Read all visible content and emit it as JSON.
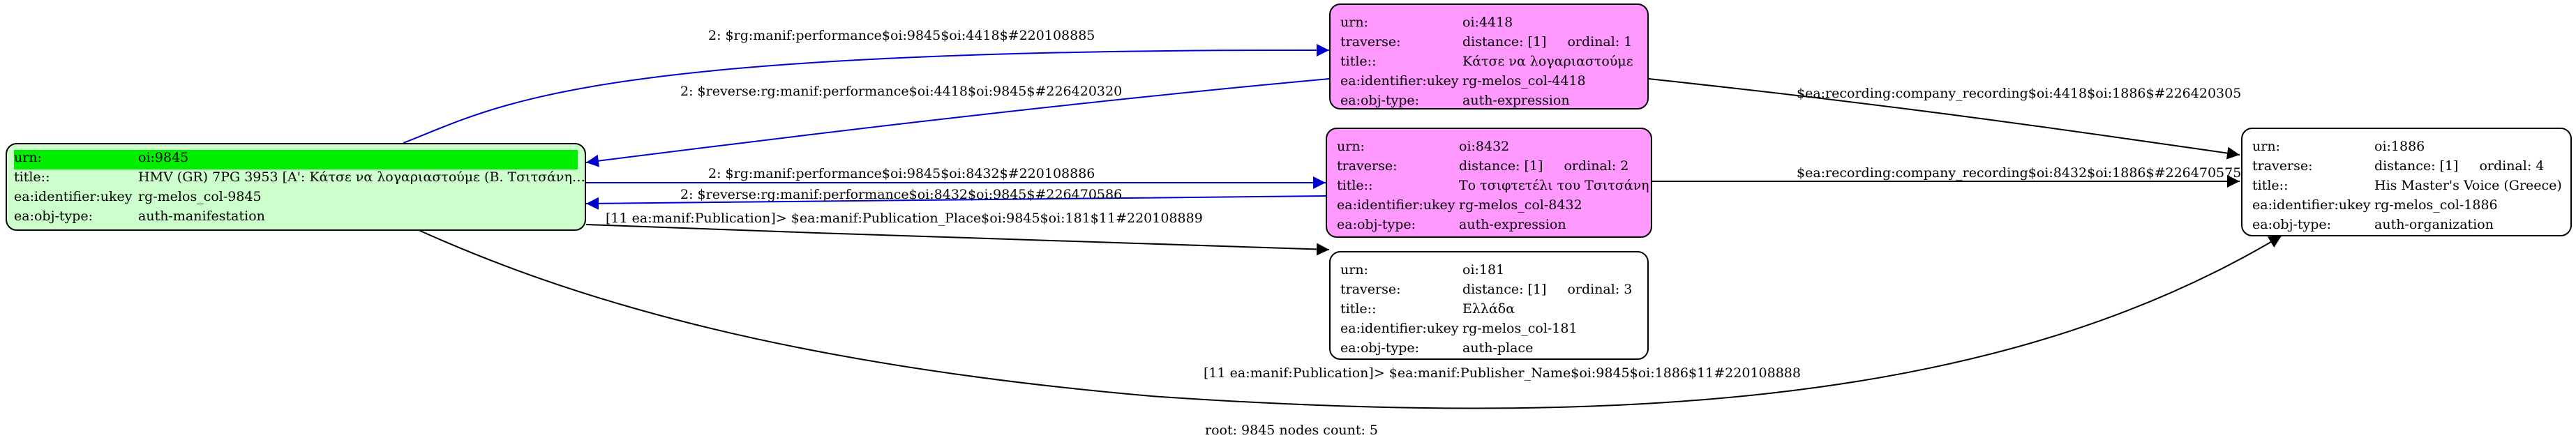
{
  "nodes": {
    "root": {
      "urn_key": "urn:",
      "urn": "oi:9845",
      "title_key": "title::",
      "title": "HMV (GR) 7PG 3953 [A': Κάτσε να λογαριαστούμε (Β. Τσιτσάνη…",
      "ukey_key": "ea:identifier:ukey",
      "ukey": "rg-melos_col-9845",
      "otype_key": "ea:obj-type:",
      "otype": "auth-manifestation"
    },
    "n4418": {
      "urn_key": "urn:",
      "urn": "oi:4418",
      "traverse_key": "traverse:",
      "distance": "distance: [1]",
      "ordinal": "ordinal: 1",
      "title_key": "title::",
      "title": "Κάτσε να λογαριαστούμε",
      "ukey_key": "ea:identifier:ukey",
      "ukey": "rg-melos_col-4418",
      "otype_key": "ea:obj-type:",
      "otype": "auth-expression"
    },
    "n8432": {
      "urn_key": "urn:",
      "urn": "oi:8432",
      "traverse_key": "traverse:",
      "distance": "distance: [1]",
      "ordinal": "ordinal: 2",
      "title_key": "title::",
      "title": "Το τσιφτετέλι του Τσιτσάνη",
      "ukey_key": "ea:identifier:ukey",
      "ukey": "rg-melos_col-8432",
      "otype_key": "ea:obj-type:",
      "otype": "auth-expression"
    },
    "n181": {
      "urn_key": "urn:",
      "urn": "oi:181",
      "traverse_key": "traverse:",
      "distance": "distance: [1]",
      "ordinal": "ordinal: 3",
      "title_key": "title::",
      "title": "Ελλάδα",
      "ukey_key": "ea:identifier:ukey",
      "ukey": "rg-melos_col-181",
      "otype_key": "ea:obj-type:",
      "otype": "auth-place"
    },
    "n1886": {
      "urn_key": "urn:",
      "urn": "oi:1886",
      "traverse_key": "traverse:",
      "distance": "distance: [1]",
      "ordinal": "ordinal: 4",
      "title_key": "title::",
      "title": "His Master's Voice (Greece)",
      "ukey_key": "ea:identifier:ukey",
      "ukey": "rg-melos_col-1886",
      "otype_key": "ea:obj-type:",
      "otype": "auth-organization"
    }
  },
  "edges": {
    "e1": "2: $rg:manif:performance$oi:9845$oi:4418$#220108885",
    "e2": "2: $reverse:rg:manif:performance$oi:4418$oi:9845$#226420320",
    "e3": "2: $rg:manif:performance$oi:9845$oi:8432$#220108886",
    "e4": "2: $reverse:rg:manif:performance$oi:8432$oi:9845$#226470586",
    "e5": "[11 ea:manif:Publication]> $ea:manif:Publication_Place$oi:9845$oi:181$11#220108889",
    "e6": "[11 ea:manif:Publication]> $ea:manif:Publisher_Name$oi:9845$oi:1886$11#220108888",
    "e7": "$ea:recording:company_recording$oi:4418$oi:1886$#226420305",
    "e8": "$ea:recording:company_recording$oi:8432$oi:1886$#226470575"
  },
  "footer": "root: 9845 nodes count: 5",
  "colors": {
    "root_fill": "#ccffcc",
    "root_highlight": "#00ee00",
    "expression_fill": "#ff99ff",
    "plain_fill": "#ffffff",
    "forward_edge": "#0000cc",
    "other_edge": "#000000"
  }
}
